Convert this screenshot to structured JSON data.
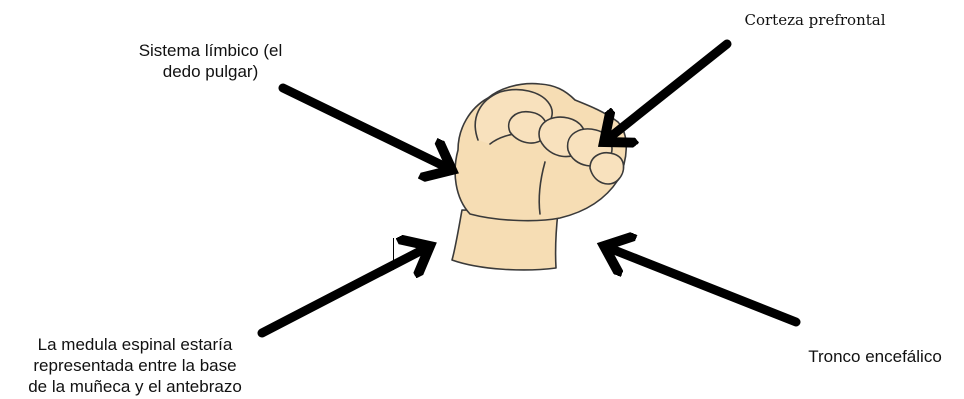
{
  "labels": {
    "limbic": {
      "line1": "Sistema límbico (el",
      "line2": "dedo pulgar)"
    },
    "cortex": "Corteza prefrontal",
    "spinal": {
      "line1": "La medula espinal estaría",
      "line2": "representada entre la base",
      "line3": "de la muñeca y el antebrazo"
    },
    "brainstem": "Tronco encefálico"
  },
  "colors": {
    "arrow": "#000000",
    "skin": "#f6ddb4",
    "skin_outline": "#3a3a3a",
    "background": "#ffffff"
  },
  "illustration": "fist-image"
}
